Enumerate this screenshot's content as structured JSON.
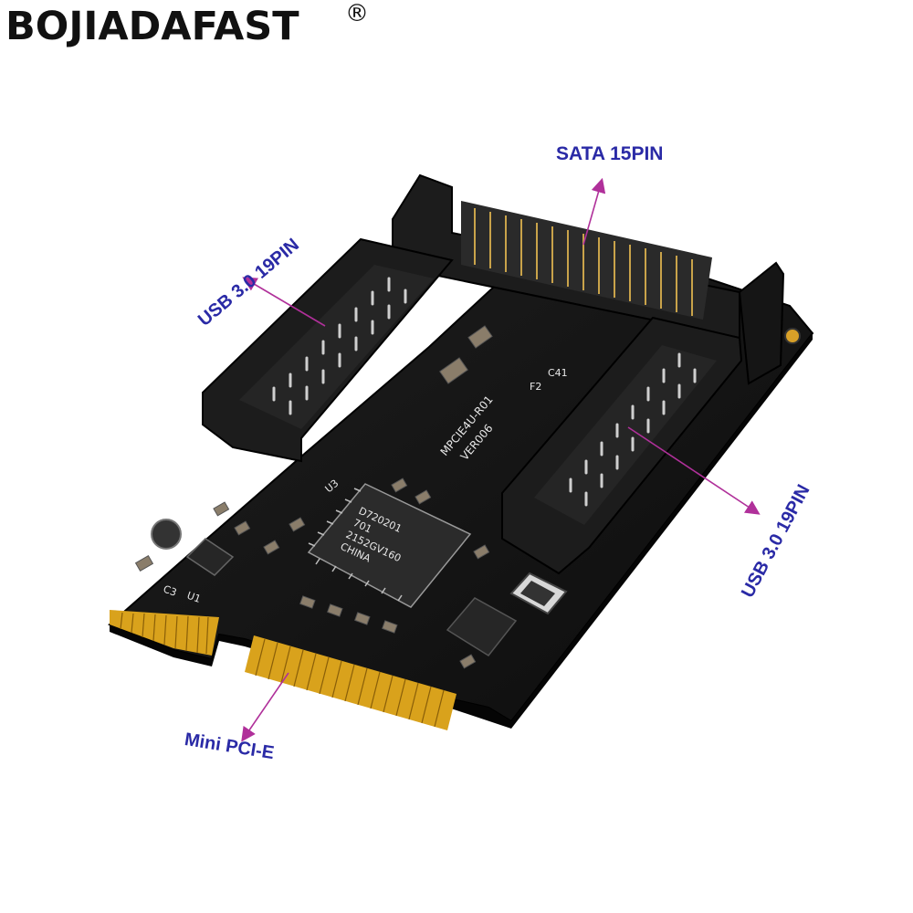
{
  "brand": {
    "name": "BOJIADAFAST",
    "registered_mark": "®"
  },
  "callouts": {
    "sata": "SATA 15PIN",
    "usb_left": "USB 3.0 19PIN",
    "usb_right": "USB 3.0 19PIN",
    "mini_pcie": "Mini PCI-E"
  },
  "pcb_markings": {
    "chip_line1": "D720201",
    "chip_line2": "701",
    "chip_line3": "2152GV160",
    "chip_line4": "CHINA",
    "board_id": "MPCIE4U-R01",
    "version": "VER006",
    "ref_u3": "U3",
    "ref_u1": "U1",
    "ref_c3": "C3",
    "ref_c41": "C41",
    "ref_f2": "F2"
  },
  "colors": {
    "callout_text": "#2a2aa6",
    "arrow": "#b0309a",
    "pcb": "#141414",
    "connector": "#1c1c1c",
    "gold_contacts": "#d9a21c"
  }
}
